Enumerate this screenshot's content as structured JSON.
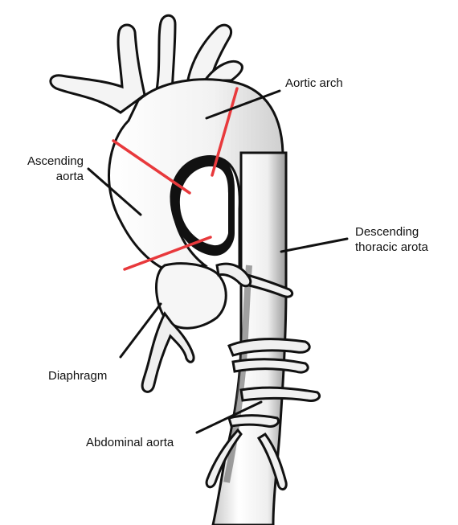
{
  "labels": {
    "aortic_arch": "Aortic arch",
    "ascending_aorta": [
      "Ascending",
      "aorta"
    ],
    "descending_thoracic_aorta": [
      "Descending",
      "thoracic arota"
    ],
    "diaphragm": "Diaphragm",
    "abdominal_aorta": "Abdominal aorta"
  },
  "colors": {
    "section_marker": "#e8393c",
    "vessel_outline": "#111111",
    "vessel_fill": "#f7f7f7",
    "vessel_shade": "#b8b8b8"
  }
}
